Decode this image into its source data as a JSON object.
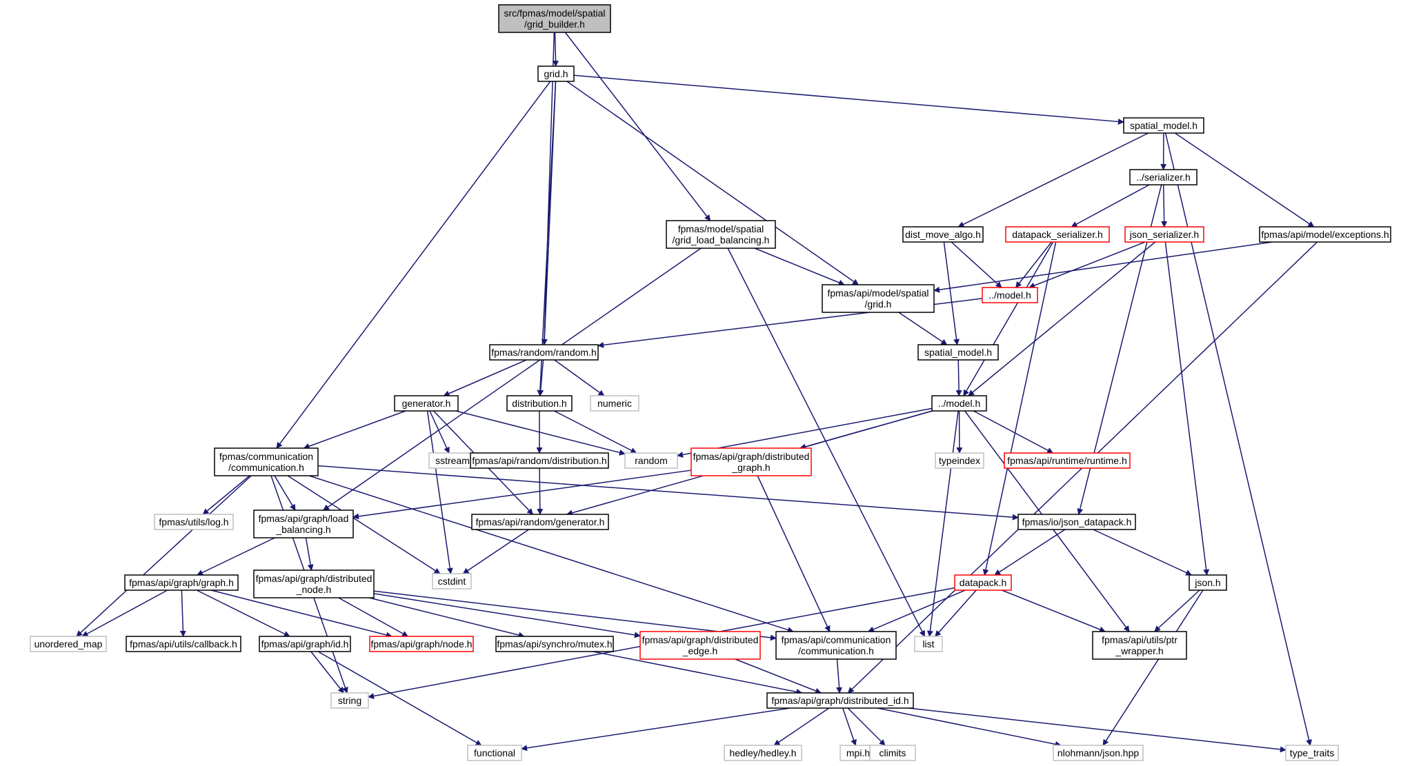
{
  "diagram": {
    "colors": {
      "edge": "#191970",
      "root_fill": "#bfbfbf",
      "normal_border": "#000000",
      "truncated_border": "#ff0000",
      "external_border": "#bfbfbf",
      "fill": "#ffffff"
    },
    "nodes": [
      {
        "id": "root",
        "lines": [
          "src/fpmas/model/spatial",
          "/grid_builder.h"
        ],
        "kind": "root"
      },
      {
        "id": "grid_h",
        "lines": [
          "grid.h"
        ],
        "kind": "normal"
      },
      {
        "id": "spatial_model_h",
        "lines": [
          "spatial_model.h"
        ],
        "kind": "normal"
      },
      {
        "id": "serializer_h",
        "lines": [
          "../serializer.h"
        ],
        "kind": "normal"
      },
      {
        "id": "grid_lb_h",
        "lines": [
          "fpmas/model/spatial",
          "/grid_load_balancing.h"
        ],
        "kind": "normal"
      },
      {
        "id": "dist_move_algo_h",
        "lines": [
          "dist_move_algo.h"
        ],
        "kind": "normal"
      },
      {
        "id": "datapack_serializer_h",
        "lines": [
          "datapack_serializer.h"
        ],
        "kind": "truncated"
      },
      {
        "id": "json_serializer_h",
        "lines": [
          "json_serializer.h"
        ],
        "kind": "truncated"
      },
      {
        "id": "exceptions_h",
        "lines": [
          "fpmas/api/model/exceptions.h"
        ],
        "kind": "normal"
      },
      {
        "id": "api_grid_h",
        "lines": [
          "fpmas/api/model/spatial",
          "/grid.h"
        ],
        "kind": "normal"
      },
      {
        "id": "model_h_red",
        "lines": [
          "../model.h"
        ],
        "kind": "truncated"
      },
      {
        "id": "random_h",
        "lines": [
          "fpmas/random/random.h"
        ],
        "kind": "normal"
      },
      {
        "id": "spatial_model_h2",
        "lines": [
          "spatial_model.h"
        ],
        "kind": "normal"
      },
      {
        "id": "generator_h",
        "lines": [
          "generator.h"
        ],
        "kind": "normal"
      },
      {
        "id": "distribution_h",
        "lines": [
          "distribution.h"
        ],
        "kind": "normal"
      },
      {
        "id": "numeric",
        "lines": [
          "numeric"
        ],
        "kind": "external"
      },
      {
        "id": "model_h",
        "lines": [
          "../model.h"
        ],
        "kind": "normal"
      },
      {
        "id": "comm_h",
        "lines": [
          "fpmas/communication",
          "/communication.h"
        ],
        "kind": "normal"
      },
      {
        "id": "sstream",
        "lines": [
          "sstream"
        ],
        "kind": "external"
      },
      {
        "id": "api_random_dist_h",
        "lines": [
          "fpmas/api/random/distribution.h"
        ],
        "kind": "normal"
      },
      {
        "id": "random",
        "lines": [
          "random"
        ],
        "kind": "external"
      },
      {
        "id": "api_dist_graph_h",
        "lines": [
          "fpmas/api/graph/distributed",
          "_graph.h"
        ],
        "kind": "truncated"
      },
      {
        "id": "typeindex",
        "lines": [
          "typeindex"
        ],
        "kind": "external"
      },
      {
        "id": "runtime_h",
        "lines": [
          "fpmas/api/runtime/runtime.h"
        ],
        "kind": "truncated"
      },
      {
        "id": "log_h",
        "lines": [
          "fpmas/utils/log.h"
        ],
        "kind": "external"
      },
      {
        "id": "load_balancing_h",
        "lines": [
          "fpmas/api/graph/load",
          "_balancing.h"
        ],
        "kind": "normal"
      },
      {
        "id": "api_generator_h",
        "lines": [
          "fpmas/api/random/generator.h"
        ],
        "kind": "normal"
      },
      {
        "id": "json_datapack_h",
        "lines": [
          "fpmas/io/json_datapack.h"
        ],
        "kind": "normal"
      },
      {
        "id": "cstdint",
        "lines": [
          "cstdint"
        ],
        "kind": "external"
      },
      {
        "id": "graph_h",
        "lines": [
          "fpmas/api/graph/graph.h"
        ],
        "kind": "normal"
      },
      {
        "id": "dist_node_h",
        "lines": [
          "fpmas/api/graph/distributed",
          "_node.h"
        ],
        "kind": "normal"
      },
      {
        "id": "datapack_h",
        "lines": [
          "datapack.h"
        ],
        "kind": "truncated"
      },
      {
        "id": "json_h",
        "lines": [
          "json.h"
        ],
        "kind": "normal"
      },
      {
        "id": "unordered_map",
        "lines": [
          "unordered_map"
        ],
        "kind": "external"
      },
      {
        "id": "callback_h",
        "lines": [
          "fpmas/api/utils/callback.h"
        ],
        "kind": "normal"
      },
      {
        "id": "id_h",
        "lines": [
          "fpmas/api/graph/id.h"
        ],
        "kind": "normal"
      },
      {
        "id": "node_h",
        "lines": [
          "fpmas/api/graph/node.h"
        ],
        "kind": "truncated"
      },
      {
        "id": "mutex_h",
        "lines": [
          "fpmas/api/synchro/mutex.h"
        ],
        "kind": "normal"
      },
      {
        "id": "dist_edge_h",
        "lines": [
          "fpmas/api/graph/distributed",
          "_edge.h"
        ],
        "kind": "truncated"
      },
      {
        "id": "api_comm_h",
        "lines": [
          "fpmas/api/communication",
          "/communication.h"
        ],
        "kind": "normal"
      },
      {
        "id": "list",
        "lines": [
          "list"
        ],
        "kind": "external"
      },
      {
        "id": "ptr_wrapper_h",
        "lines": [
          "fpmas/api/utils/ptr",
          "_wrapper.h"
        ],
        "kind": "normal"
      },
      {
        "id": "string",
        "lines": [
          "string"
        ],
        "kind": "external"
      },
      {
        "id": "dist_id_h",
        "lines": [
          "fpmas/api/graph/distributed_id.h"
        ],
        "kind": "normal"
      },
      {
        "id": "functional",
        "lines": [
          "functional"
        ],
        "kind": "external"
      },
      {
        "id": "hedley_h",
        "lines": [
          "hedley/hedley.h"
        ],
        "kind": "external"
      },
      {
        "id": "mpi_h",
        "lines": [
          "mpi.h"
        ],
        "kind": "external"
      },
      {
        "id": "climits",
        "lines": [
          "climits"
        ],
        "kind": "external"
      },
      {
        "id": "nlohmann_json_hpp",
        "lines": [
          "nlohmann/json.hpp"
        ],
        "kind": "external"
      },
      {
        "id": "type_traits",
        "lines": [
          "type_traits"
        ],
        "kind": "external"
      }
    ],
    "edges": [
      [
        "root",
        "grid_h"
      ],
      [
        "root",
        "random_h"
      ],
      [
        "root",
        "grid_lb_h"
      ],
      [
        "grid_h",
        "spatial_model_h"
      ],
      [
        "grid_h",
        "comm_h"
      ],
      [
        "grid_h",
        "distribution_h"
      ],
      [
        "grid_h",
        "random_h"
      ],
      [
        "grid_h",
        "api_grid_h"
      ],
      [
        "spatial_model_h",
        "serializer_h"
      ],
      [
        "spatial_model_h",
        "dist_move_algo_h"
      ],
      [
        "spatial_model_h",
        "exceptions_h"
      ],
      [
        "spatial_model_h",
        "type_traits"
      ],
      [
        "serializer_h",
        "datapack_serializer_h"
      ],
      [
        "serializer_h",
        "json_serializer_h"
      ],
      [
        "serializer_h",
        "json_datapack_h"
      ],
      [
        "grid_lb_h",
        "api_grid_h"
      ],
      [
        "grid_lb_h",
        "load_balancing_h"
      ],
      [
        "grid_lb_h",
        "list"
      ],
      [
        "dist_move_algo_h",
        "model_h_red"
      ],
      [
        "dist_move_algo_h",
        "spatial_model_h2"
      ],
      [
        "datapack_serializer_h",
        "model_h_red"
      ],
      [
        "datapack_serializer_h",
        "model_h"
      ],
      [
        "datapack_serializer_h",
        "datapack_h"
      ],
      [
        "json_serializer_h",
        "model_h_red"
      ],
      [
        "json_serializer_h",
        "model_h"
      ],
      [
        "json_serializer_h",
        "json_h"
      ],
      [
        "exceptions_h",
        "api_grid_h"
      ],
      [
        "exceptions_h",
        "dist_id_h"
      ],
      [
        "api_grid_h",
        "spatial_model_h2"
      ],
      [
        "model_h_red",
        "random_h"
      ],
      [
        "random_h",
        "generator_h"
      ],
      [
        "random_h",
        "distribution_h"
      ],
      [
        "random_h",
        "numeric"
      ],
      [
        "spatial_model_h2",
        "model_h"
      ],
      [
        "generator_h",
        "comm_h"
      ],
      [
        "generator_h",
        "sstream"
      ],
      [
        "generator_h",
        "random"
      ],
      [
        "generator_h",
        "cstdint"
      ],
      [
        "generator_h",
        "api_generator_h"
      ],
      [
        "distribution_h",
        "api_random_dist_h"
      ],
      [
        "distribution_h",
        "random"
      ],
      [
        "model_h",
        "random"
      ],
      [
        "model_h",
        "api_dist_graph_h"
      ],
      [
        "model_h",
        "typeindex"
      ],
      [
        "model_h",
        "runtime_h"
      ],
      [
        "model_h",
        "api_generator_h"
      ],
      [
        "model_h",
        "list"
      ],
      [
        "model_h",
        "ptr_wrapper_h"
      ],
      [
        "comm_h",
        "log_h"
      ],
      [
        "comm_h",
        "load_balancing_h"
      ],
      [
        "comm_h",
        "unordered_map"
      ],
      [
        "comm_h",
        "string"
      ],
      [
        "comm_h",
        "cstdint"
      ],
      [
        "comm_h",
        "api_comm_h"
      ],
      [
        "comm_h",
        "json_datapack_h"
      ],
      [
        "api_random_dist_h",
        "api_generator_h"
      ],
      [
        "api_dist_graph_h",
        "load_balancing_h"
      ],
      [
        "api_dist_graph_h",
        "api_comm_h"
      ],
      [
        "load_balancing_h",
        "graph_h"
      ],
      [
        "load_balancing_h",
        "dist_node_h"
      ],
      [
        "api_generator_h",
        "cstdint"
      ],
      [
        "json_datapack_h",
        "datapack_h"
      ],
      [
        "json_datapack_h",
        "json_h"
      ],
      [
        "graph_h",
        "unordered_map"
      ],
      [
        "graph_h",
        "callback_h"
      ],
      [
        "graph_h",
        "id_h"
      ],
      [
        "graph_h",
        "node_h"
      ],
      [
        "dist_node_h",
        "node_h"
      ],
      [
        "dist_node_h",
        "mutex_h"
      ],
      [
        "dist_node_h",
        "dist_edge_h"
      ],
      [
        "dist_node_h",
        "api_comm_h"
      ],
      [
        "datapack_h",
        "api_comm_h"
      ],
      [
        "datapack_h",
        "list"
      ],
      [
        "datapack_h",
        "ptr_wrapper_h"
      ],
      [
        "datapack_h",
        "string"
      ],
      [
        "json_h",
        "ptr_wrapper_h"
      ],
      [
        "json_h",
        "nlohmann_json_hpp"
      ],
      [
        "id_h",
        "string"
      ],
      [
        "id_h",
        "functional"
      ],
      [
        "mutex_h",
        "dist_id_h"
      ],
      [
        "dist_edge_h",
        "dist_id_h"
      ],
      [
        "api_comm_h",
        "dist_id_h"
      ],
      [
        "dist_id_h",
        "functional"
      ],
      [
        "dist_id_h",
        "hedley_h"
      ],
      [
        "dist_id_h",
        "mpi_h"
      ],
      [
        "dist_id_h",
        "climits"
      ],
      [
        "dist_id_h",
        "nlohmann_json_hpp"
      ],
      [
        "dist_id_h",
        "type_traits"
      ]
    ]
  }
}
